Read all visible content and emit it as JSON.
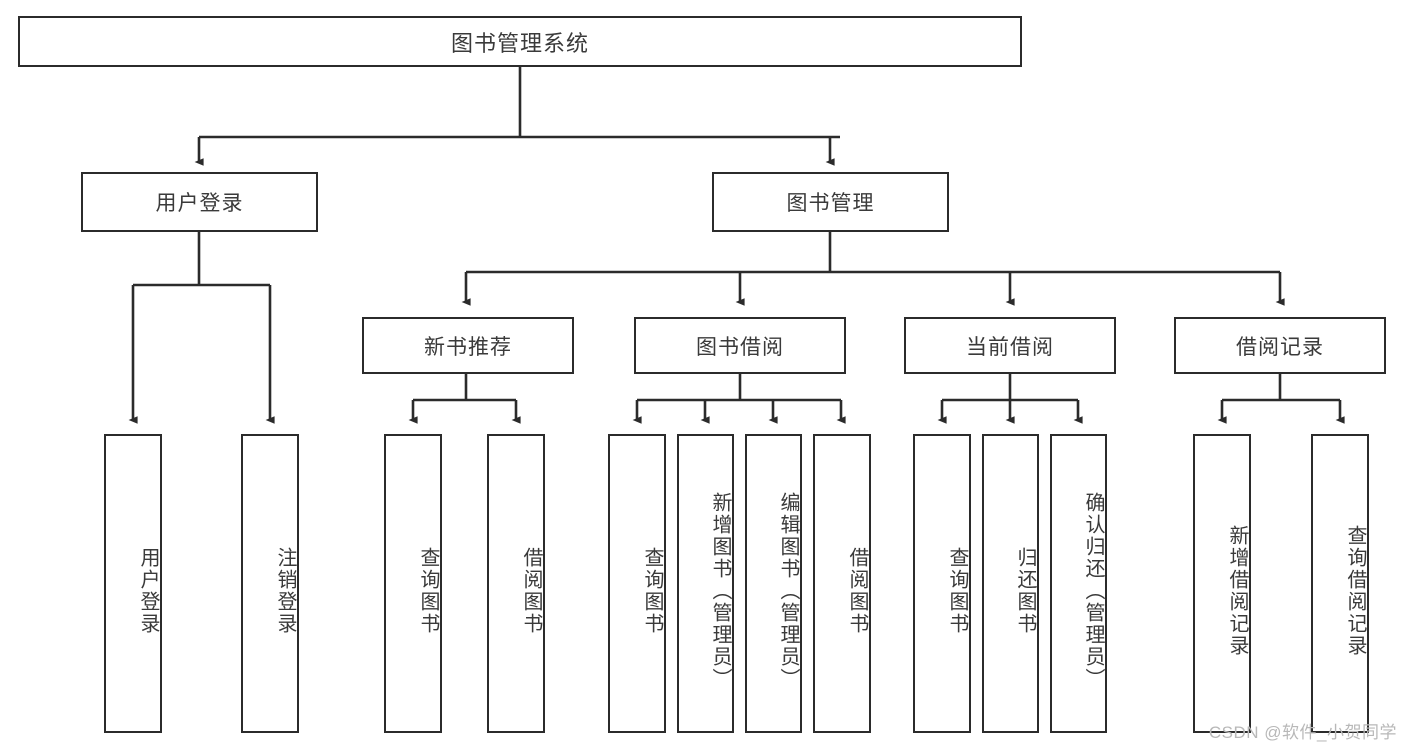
{
  "diagram": {
    "title": "图书管理系统",
    "watermark": "CSDN @软件_小贺同学",
    "colors": {
      "background": "#ffffff",
      "box_border": "#2b2b2b",
      "box_fill": "#ffffff",
      "text": "#3a3a3a",
      "edge": "#2b2b2b",
      "watermark": "#b8b8b8"
    },
    "levels": {
      "root": "图书管理系统",
      "level2": [
        "用户登录",
        "图书管理"
      ],
      "level3": [
        "新书推荐",
        "图书借阅",
        "当前借阅",
        "借阅记录"
      ]
    },
    "nodes": {
      "root": {
        "label": "图书管理系统"
      },
      "user_login": {
        "label": "用户登录"
      },
      "book_manage": {
        "label": "图书管理"
      },
      "new_book_rec": {
        "label": "新书推荐"
      },
      "book_borrow": {
        "label": "图书借阅"
      },
      "current_borrow": {
        "label": "当前借阅"
      },
      "borrow_record": {
        "label": "借阅记录"
      },
      "leaf_01": {
        "label": "用户登录"
      },
      "leaf_02": {
        "label": "注销登录"
      },
      "leaf_03": {
        "label": "查询图书"
      },
      "leaf_04": {
        "label": "借阅图书"
      },
      "leaf_05": {
        "label": "查询图书"
      },
      "leaf_06": {
        "label": "新增图书（管理员）"
      },
      "leaf_07": {
        "label": "编辑图书（管理员）"
      },
      "leaf_08": {
        "label": "借阅图书"
      },
      "leaf_09": {
        "label": "查询图书"
      },
      "leaf_10": {
        "label": "归还图书"
      },
      "leaf_11": {
        "label": "确认归还（管理员）"
      },
      "leaf_12": {
        "label": "新增借阅记录"
      },
      "leaf_13": {
        "label": "查询借阅记录"
      }
    }
  }
}
